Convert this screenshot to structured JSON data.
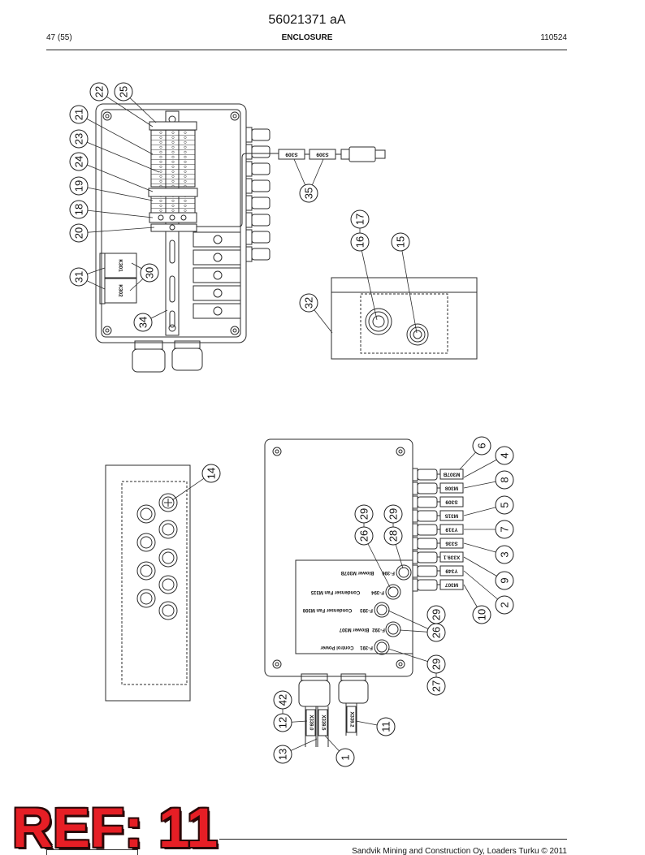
{
  "header": {
    "doc_id": "56021371 aA",
    "page": "47 (55)",
    "title": "ENCLOSURE",
    "date_code": "110524"
  },
  "callouts": {
    "top_view": [
      "22",
      "25",
      "21",
      "23",
      "24",
      "19",
      "18",
      "20",
      "31",
      "30",
      "34",
      "35",
      "17",
      "16",
      "15",
      "32"
    ],
    "bottom_view": [
      "14",
      "6",
      "4",
      "8",
      "5",
      "7",
      "3",
      "9",
      "2",
      "10",
      "29",
      "29",
      "26",
      "28",
      "29",
      "26",
      "29",
      "27",
      "42",
      "12",
      "11",
      "13",
      "1"
    ]
  },
  "labels": {
    "relays": [
      "K301",
      "K302"
    ],
    "cable_tags_top": [
      "S309",
      "S309"
    ],
    "cable_tags_right": [
      "M307B",
      "M308",
      "S309",
      "M315",
      "Y319",
      "S336",
      "X339.1",
      "Y349",
      "M307"
    ],
    "cable_tags_bottom": [
      "X339.0",
      "X339.5",
      "X339.2"
    ],
    "fuse_panel": [
      {
        "code": "F-396",
        "name": "Blower M307B"
      },
      {
        "code": "F-394",
        "name": "Condenser Fan M315"
      },
      {
        "code": "F-393",
        "name": "Condenser Fan M308"
      },
      {
        "code": "F-392",
        "name": "Blower M307"
      },
      {
        "code": "F-391",
        "name": "Control Power"
      }
    ]
  },
  "stamp": {
    "text": "REF: 11",
    "color": "#e61e25"
  },
  "footer": {
    "copyright": "Sandvik Mining and Construction Oy, Loaders Turku © 2011"
  }
}
